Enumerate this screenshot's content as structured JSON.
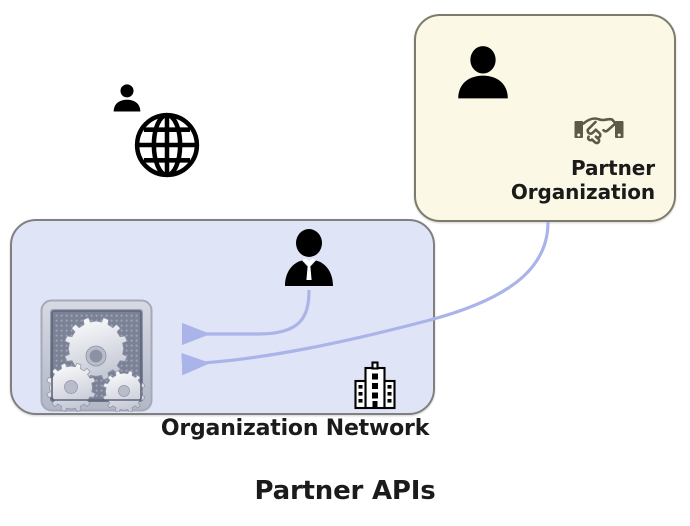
{
  "diagram": {
    "title": "Partner APIs",
    "background_color": "#ffffff"
  },
  "org_network": {
    "label": "Organization Network",
    "fill_color": "#dfe4f7",
    "border_color": "#808080",
    "icons": {
      "gears_app": "gears-app-icon",
      "businessman": "businessman-icon",
      "office_building": "office-building-icon"
    }
  },
  "partner_org": {
    "label": "Partner Organization",
    "label_line1": "Partner",
    "label_line2": "Organization",
    "fill_color": "#fbf9e6",
    "border_color": "#7f7b6b",
    "icons": {
      "person": "person-icon",
      "handshake": "handshake-icon"
    }
  },
  "external_user": {
    "person_icon": "person-icon",
    "globe_icon": "globe-icon"
  },
  "arrows": {
    "color": "#aab4e8",
    "items": [
      {
        "name": "internal-user-to-gears",
        "from": "businessman",
        "to": "gears-app-icon"
      },
      {
        "name": "partner-org-to-gears",
        "from": "partner-org-box",
        "to": "gears-app-icon"
      }
    ]
  }
}
